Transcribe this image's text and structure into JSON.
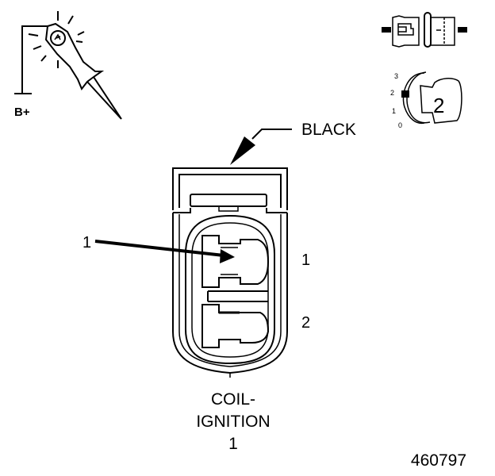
{
  "diagram": {
    "type": "connector-end-view",
    "colors": {
      "line": "#000000",
      "background": "#ffffff"
    },
    "test_lamp": {
      "icon": "test-lamp-icon",
      "label": "B+"
    },
    "connector_icon": "connector-disconnected-icon",
    "ignition_key": {
      "icon": "ignition-key-icon",
      "positions": [
        "3",
        "2",
        "1",
        "0"
      ],
      "selected_position": "2",
      "key_label": "2"
    },
    "connector": {
      "color_label": "BLACK",
      "callout_number": "1",
      "cavities": [
        "1",
        "2"
      ],
      "name_lines": [
        "COIL-",
        "IGNITION",
        "1"
      ]
    },
    "figure_id": "460797"
  }
}
